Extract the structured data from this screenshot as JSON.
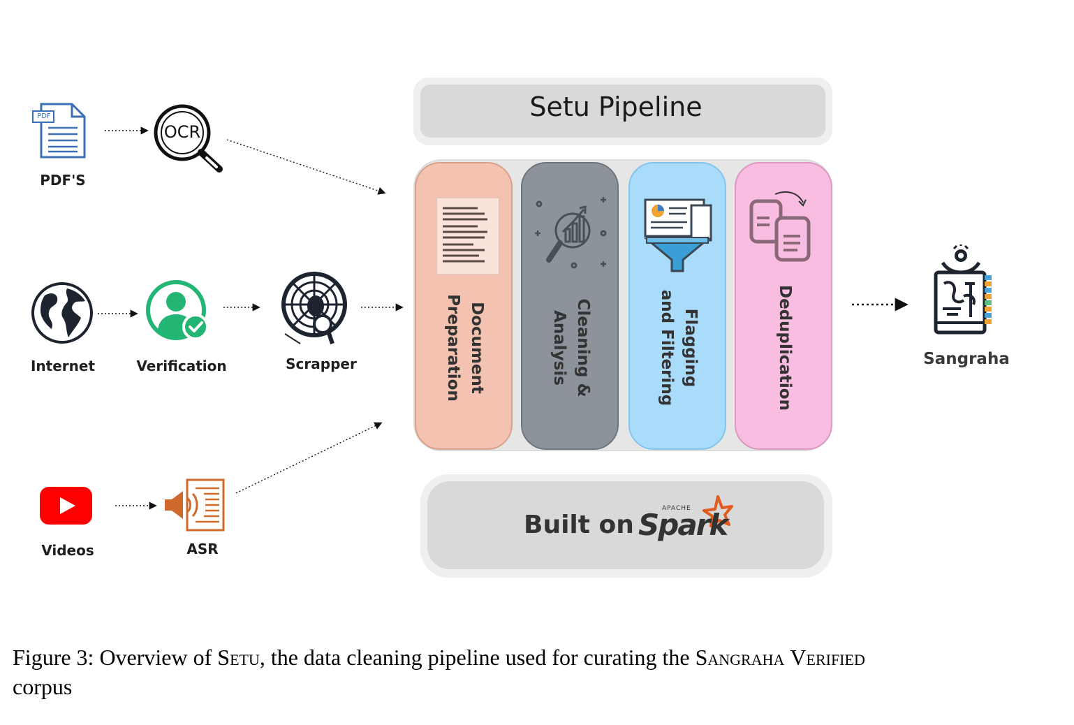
{
  "sources": {
    "pdfs_label": "PDF'S",
    "pdf_badge": "PDF",
    "ocr_label": "OCR",
    "internet_label": "Internet",
    "verification_label": "Verification",
    "scrapper_label": "Scrapper",
    "videos_label": "Videos",
    "asr_label": "ASR"
  },
  "pipeline": {
    "title": "Setu Pipeline",
    "stages": [
      {
        "label": "Document\nPreparation",
        "color": "#f3c2b0",
        "edge": "#d9a08a"
      },
      {
        "label": "Cleaning &\nAnalysis",
        "color": "#8c939b",
        "edge": "#6f767d"
      },
      {
        "label": "Flagging\nand Filtering",
        "color": "#a9dcfa",
        "edge": "#84c4ec"
      },
      {
        "label": "Deduplication",
        "color": "#f8bde0",
        "edge": "#dc98c2"
      }
    ],
    "built_on": "Built on",
    "spark_small": "APACHE",
    "spark_word": "Spark"
  },
  "output": {
    "label": "Sangraha"
  },
  "caption": {
    "prefix": "Figure 3: Overview of ",
    "setu": "Setu",
    "middle": ", the data cleaning pipeline used for curating the ",
    "sangraha": "Sangraha",
    "verified": "Verified",
    "line2": "corpus"
  },
  "colors": {
    "youtube_red": "#ff0000",
    "verification_green": "#22b573",
    "asr_orange": "#d06a2c",
    "pdf_blue": "#3b6fb6",
    "spark_orange": "#e25a1c"
  }
}
